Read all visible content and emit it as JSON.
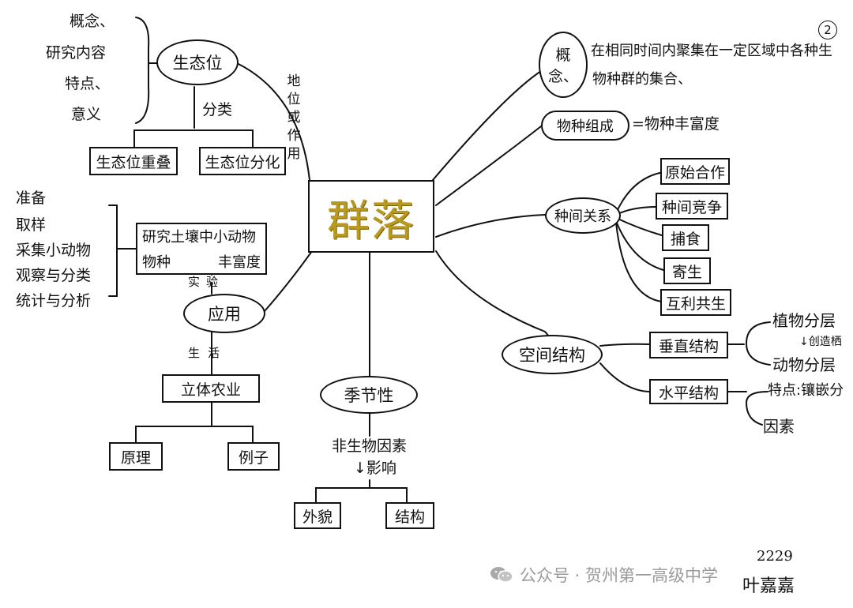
{
  "center": "群落",
  "page_number": "2",
  "niche": {
    "title": "生态位",
    "items": [
      "概念、",
      "研究内容",
      "特点、",
      "意义"
    ],
    "classify_label": "分类",
    "link_label": "地位或作用",
    "types": [
      "生态位重叠",
      "生态位分化"
    ]
  },
  "concept": {
    "title": "概念、",
    "line1": "在相同时间内聚集在一定区域中各种生",
    "line2": "物种群的集合、"
  },
  "composition": {
    "title": "物种组成",
    "desc": "=物种丰富度"
  },
  "relations": {
    "title": "种间关系",
    "items": [
      "原始合作",
      "种间竞争",
      "捕食",
      "寄生",
      "互利共生"
    ]
  },
  "space": {
    "title": "空间结构",
    "vertical": "垂直结构",
    "horizontal": "水平结构",
    "plant": "植物分层",
    "arrow_note": "↓创造栖",
    "animal": "动物分层",
    "feature": "特点:镶嵌分",
    "factors": "因素"
  },
  "application": {
    "title": "应用",
    "research_line1": "研究土壤中小动物",
    "research_line2a": "物种",
    "research_line2b": "丰富度",
    "steps": [
      "准备",
      "取样",
      "采集小动物",
      "观察与分类",
      "统计与分析"
    ],
    "experiment_label": "实验",
    "life_label": "生活",
    "agri": "立体农业",
    "principle": "原理",
    "example": "例子"
  },
  "season": {
    "title": "季节性",
    "factor": "非生物因素",
    "effect": "↓影响",
    "out1": "外貌",
    "out2": "结构"
  },
  "signature": {
    "number": "2229",
    "name": "叶嘉嘉"
  },
  "footer": {
    "text": "公众号 · 贺州第一高级中学",
    "colors": {
      "icon": "#a9a9a9",
      "text": "#9b9b9b"
    }
  }
}
